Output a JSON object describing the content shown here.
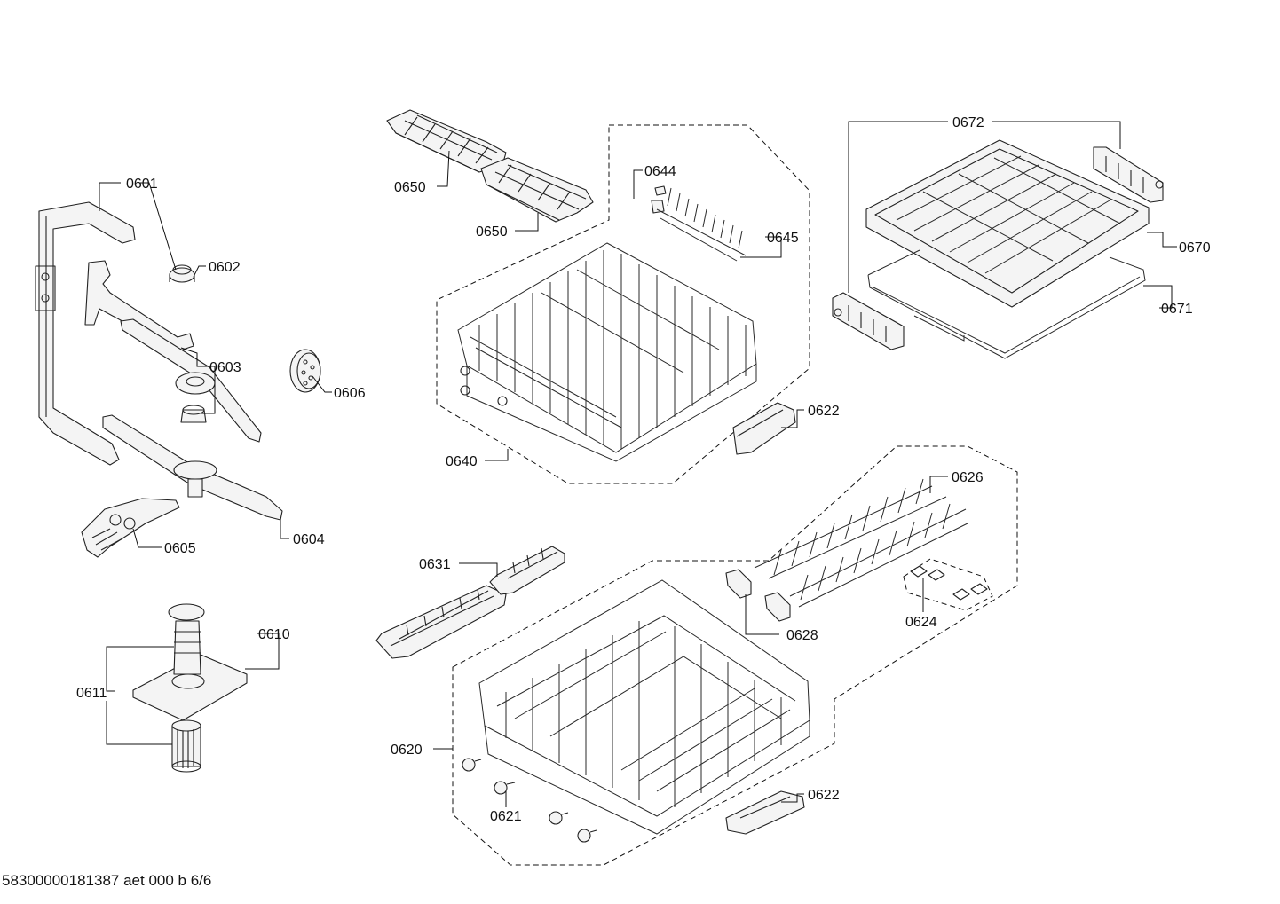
{
  "labels": {
    "p0601": "0601",
    "p0602": "0602",
    "p0603": "0603",
    "p0604": "0604",
    "p0605": "0605",
    "p0606": "0606",
    "p0610": "0610",
    "p0611": "0611",
    "p0620": "0620",
    "p0621": "0621",
    "p0622_upper": "0622",
    "p0622_lower": "0622",
    "p0624": "0624",
    "p0626": "0626",
    "p0628": "0628",
    "p0631": "0631",
    "p0640": "0640",
    "p0644": "0644",
    "p0645": "0645",
    "p0650_a": "0650",
    "p0650_b": "0650",
    "p0670": "0670",
    "p0671": "0671",
    "p0672": "0672"
  },
  "footer": "58300000181387 aet 000 b 6/6"
}
